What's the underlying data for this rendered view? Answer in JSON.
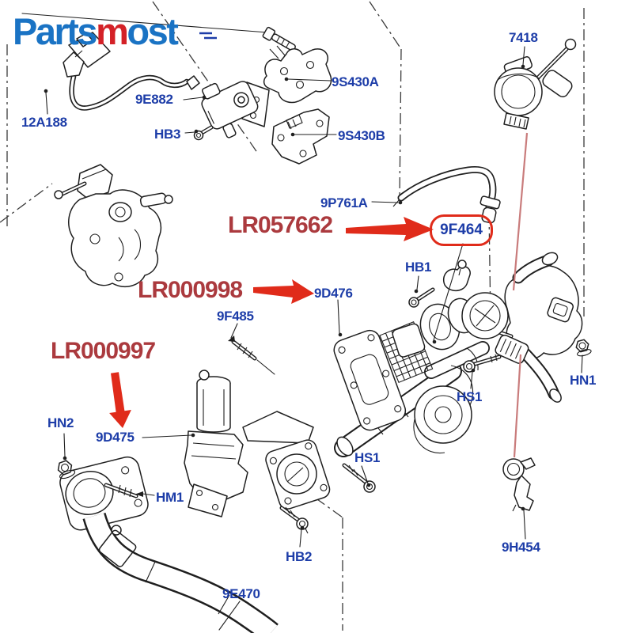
{
  "diagram": {
    "logo": {
      "part1": "Parts",
      "part2": "m",
      "part3": "ost"
    },
    "labels": {
      "p12A188": "12A188",
      "p9E882": "9E882",
      "hb3": "HB3",
      "p9S430A": "9S430A",
      "p9S430B": "9S430B",
      "p7418": "7418",
      "p9P761A": "9P761A",
      "p9F464": "9F464",
      "hb1": "HB1",
      "p9D476": "9D476",
      "p9F485": "9F485",
      "hn2": "HN2",
      "p9D475": "9D475",
      "hm1": "HM1",
      "hs1": "HS1",
      "hn1": "HN1",
      "hb2": "HB2",
      "p9E470": "9E470",
      "p9H454": "9H454"
    },
    "callouts": {
      "c1": "LR057662",
      "c2": "LR000998",
      "c3": "LR000997"
    },
    "colors": {
      "label_blue": "#1d3da8",
      "callout_red": "#ab3a3e",
      "arrow_red": "#e02b1a",
      "logo_blue": "#1a73c4",
      "logo_red": "#d42127",
      "line_dark": "#1f1f1f",
      "red_line": "#c97c7c",
      "background": "#ffffff"
    }
  }
}
